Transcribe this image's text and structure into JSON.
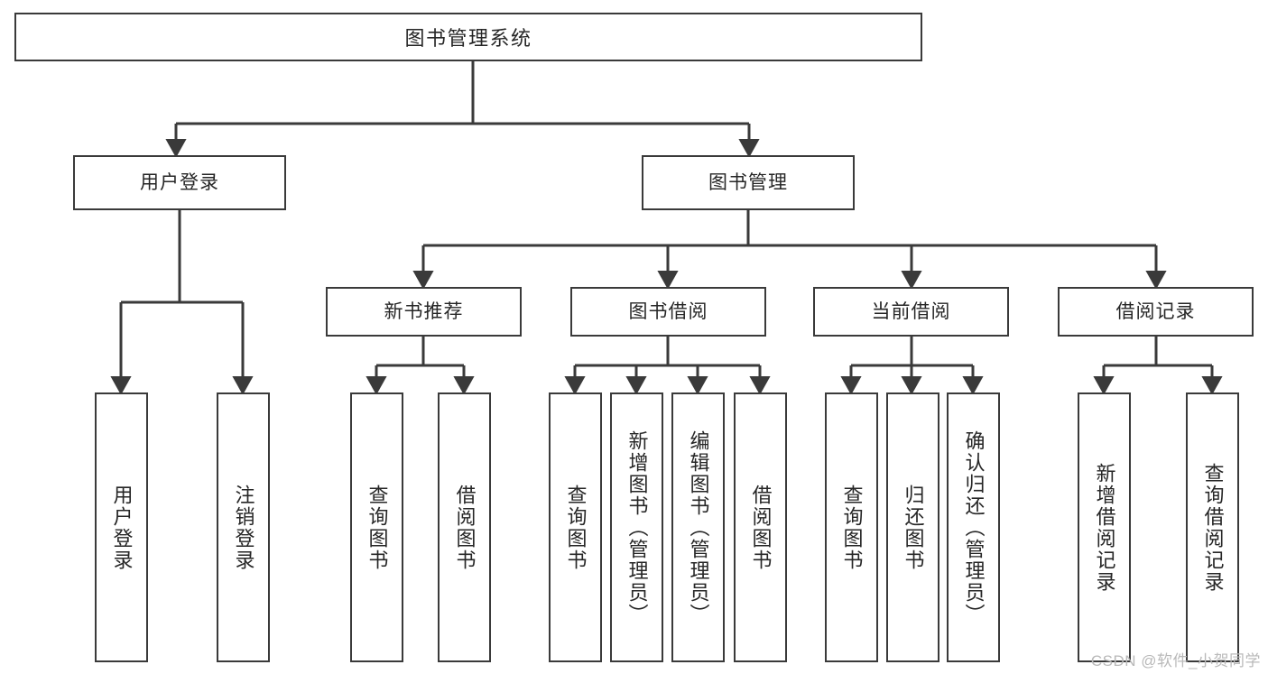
{
  "diagram": {
    "title": "图书管理系统",
    "type": "tree-hierarchy-chart",
    "root": {
      "label": "图书管理系统"
    },
    "level1": [
      {
        "label": "用户登录"
      },
      {
        "label": "图书管理"
      }
    ],
    "level2": [
      {
        "label": "新书推荐"
      },
      {
        "label": "图书借阅"
      },
      {
        "label": "当前借阅"
      },
      {
        "label": "借阅记录"
      }
    ],
    "leaves": {
      "user_login": [
        {
          "label": "用户登录"
        },
        {
          "label": "注销登录"
        }
      ],
      "new_book_recommend": [
        {
          "label": "查询图书"
        },
        {
          "label": "借阅图书"
        }
      ],
      "book_borrow": [
        {
          "label": "查询图书"
        },
        {
          "label": "新增图书（管理员）"
        },
        {
          "label": "编辑图书（管理员）"
        },
        {
          "label": "借阅图书"
        }
      ],
      "current_borrow": [
        {
          "label": "查询图书"
        },
        {
          "label": "归还图书"
        },
        {
          "label": "确认归还（管理员）"
        }
      ],
      "borrow_record": [
        {
          "label": "新增借阅记录"
        },
        {
          "label": "查询借阅记录"
        }
      ]
    }
  },
  "watermark": {
    "text": "CSDN @软件_小贺同学"
  },
  "colors": {
    "border": "#3a3a3a",
    "text": "#262626",
    "background": "#ffffff",
    "watermark": "#b9b9b9"
  }
}
